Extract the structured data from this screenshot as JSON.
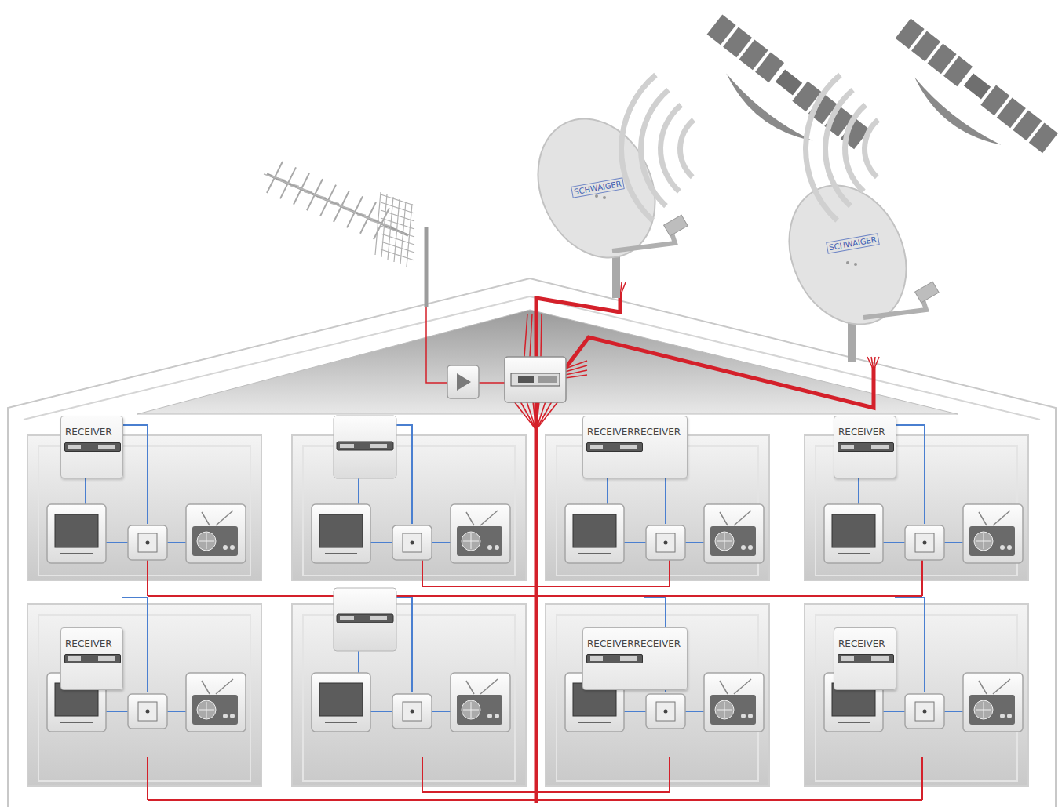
{
  "diagram": {
    "nodes": [
      {
        "text": [
          "SCHWAIGER"
        ]
      },
      {
        "text": [
          "SCHWAIGER"
        ]
      },
      {
        "text": [
          "RECEIVER"
        ]
      },
      {
        "text": [
          "RECEIVERRECEIVER"
        ]
      },
      {
        "text": [
          "RECEIVER"
        ]
      },
      {
        "text": [
          "RECEIVER"
        ]
      },
      {
        "text": [
          "RECEIVERRECEIVER"
        ]
      },
      {
        "text": [
          "RECEIVER"
        ]
      }
    ]
  }
}
